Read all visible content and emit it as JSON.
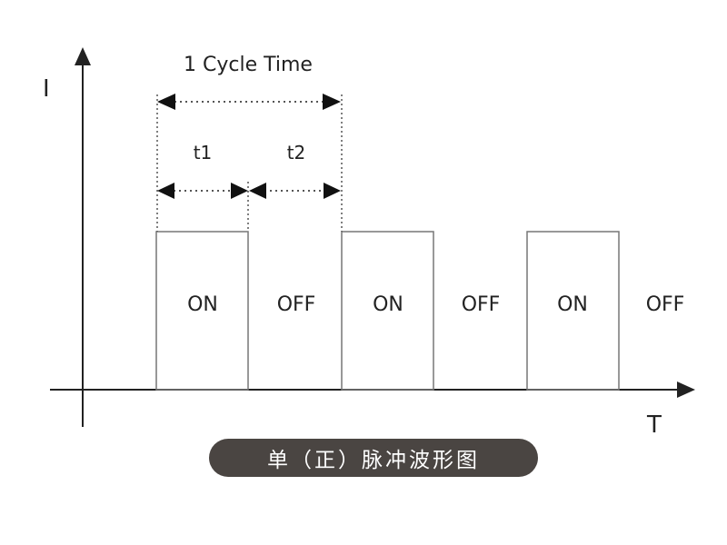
{
  "axes": {
    "y_label": "I",
    "x_label": "T"
  },
  "cycle": {
    "label": "1 Cycle Time",
    "t1_label": "t1",
    "t2_label": "t2"
  },
  "states": [
    "ON",
    "OFF",
    "ON",
    "OFF",
    "ON",
    "OFF"
  ],
  "caption": "单（正）脉冲波形图",
  "colors": {
    "line": "#222222",
    "pulse_outline": "#777777",
    "dotted": "#555555",
    "caption_bg": "#4a4542",
    "caption_text": "#ffffff"
  }
}
